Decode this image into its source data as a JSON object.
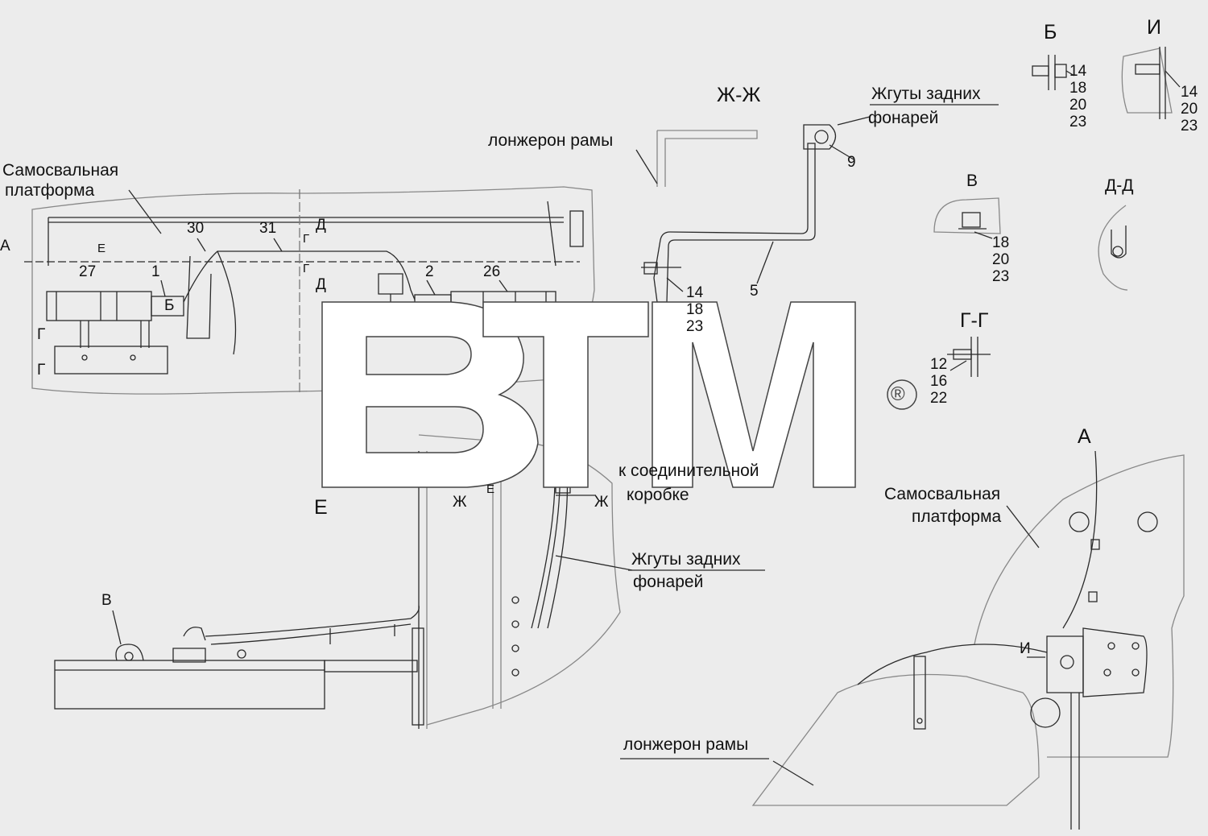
{
  "watermark": {
    "text": "BTM",
    "symbol": "®"
  },
  "labels": {
    "samosval_left_1": "Самосвальная",
    "samosval_left_2": "платформа",
    "lonzheron_top": "лонжерон рамы",
    "zhguty_top_1": "Жгуты задних",
    "zhguty_top_2": "фонарей",
    "conn_box_1": "к соединительной",
    "conn_box_2": "коробке",
    "zhguty_mid_1": "Жгуты задних",
    "zhguty_mid_2": "фонарей",
    "samosval_right_1": "Самосвальная",
    "samosval_right_2": "платформа",
    "lonzheron_bottom": "лонжерон рамы"
  },
  "sections": {
    "zh_zh": "Ж-Ж",
    "b": "Б",
    "i": "И",
    "v": "В",
    "d_d": "Д-Д",
    "g_g": "Г-Г",
    "a": "А",
    "e": "Е"
  },
  "callouts": {
    "n30": "30",
    "n31": "31",
    "n27": "27",
    "n1": "1",
    "n2": "2",
    "n26": "26",
    "n9": "9",
    "n5": "5",
    "a_arrow": "А",
    "e_mark": "Е",
    "d_top": "Д",
    "d_bottom": "Д",
    "g_top": "Г",
    "g_bottom": "Г",
    "b_mark": "Б",
    "g_small_top": "Г",
    "g_small_bot": "Г",
    "zh_left": "Ж",
    "zh_right": "Ж",
    "e_small": "Е",
    "v_mark": "В",
    "i_arrow": "И"
  },
  "stacks": {
    "zhzh": [
      "14",
      "18",
      "23"
    ],
    "b_sec": [
      "14",
      "18",
      "20",
      "23"
    ],
    "i_sec": [
      "14",
      "20",
      "23"
    ],
    "v_sec": [
      "18",
      "20",
      "23"
    ],
    "gg_sec": [
      "12",
      "16",
      "22"
    ]
  },
  "colors": {
    "line": "#2a2a2a",
    "background": "#ececec",
    "watermark": "#ffffff"
  }
}
